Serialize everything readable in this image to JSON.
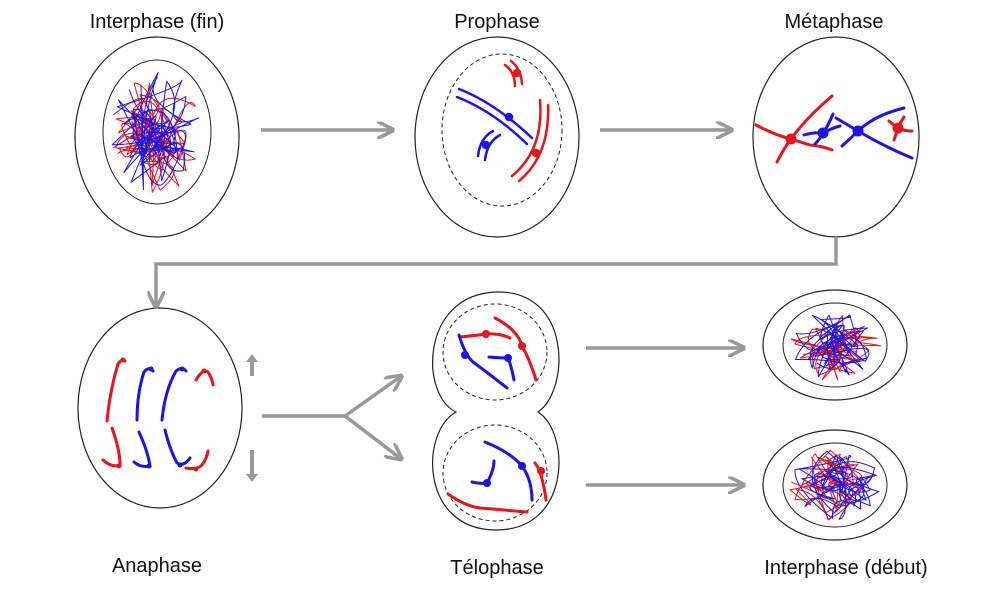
{
  "labels": {
    "interphase_fin": "Interphase (fin)",
    "prophase": "Prophase",
    "metaphase": "Métaphase",
    "anaphase": "Anaphase",
    "telophase": "Télophase",
    "interphase_debut": "Interphase (début)"
  },
  "colors": {
    "chromosome_a": "#e8141b",
    "chromosome_b": "#1b14e8",
    "arrow": "#999999",
    "outline": "#222222"
  }
}
